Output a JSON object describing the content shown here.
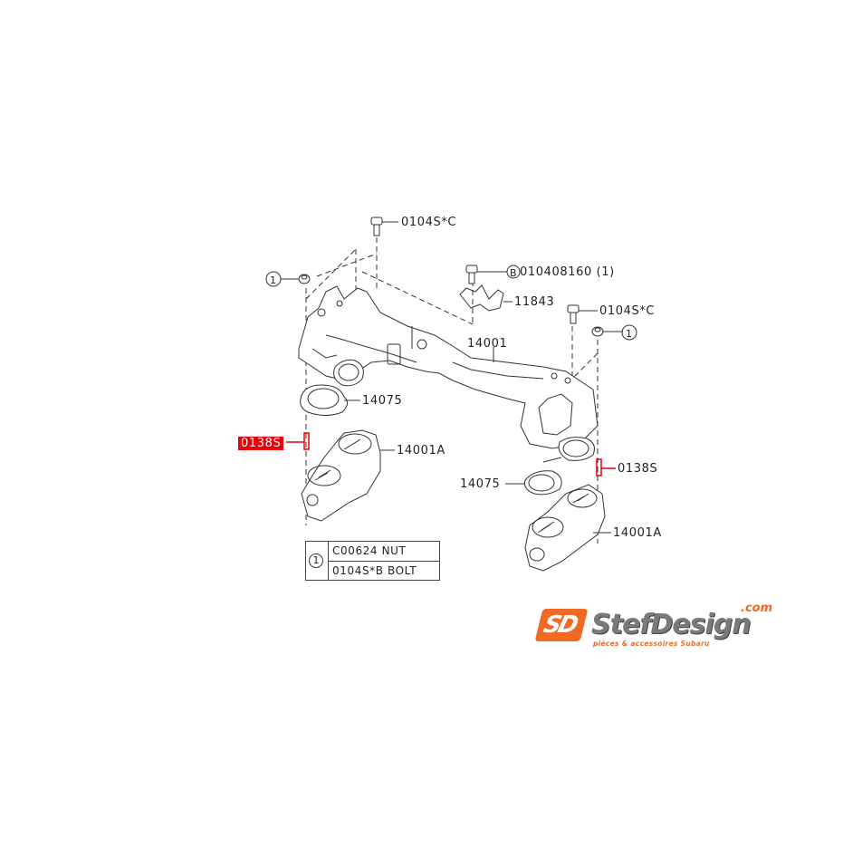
{
  "diagram": {
    "type": "exploded-parts-diagram",
    "subject": "Intake manifold assembly",
    "callouts": [
      {
        "id": "bolt-top-left",
        "label": "0104S*C"
      },
      {
        "id": "nut-left",
        "ref": "1"
      },
      {
        "id": "bolt-bracket",
        "ref": "B",
        "label": "010408160 (1)"
      },
      {
        "id": "bracket",
        "label": "11843"
      },
      {
        "id": "bolt-top-right",
        "label": "0104S*C"
      },
      {
        "id": "nut-right",
        "ref": "1"
      },
      {
        "id": "manifold",
        "label": "14001"
      },
      {
        "id": "gasket-left",
        "label": "14075"
      },
      {
        "id": "stud-left",
        "label": "0138S",
        "highlighted": true
      },
      {
        "id": "throttle-left",
        "label": "14001A"
      },
      {
        "id": "stud-right",
        "label": "0138S"
      },
      {
        "id": "gasket-right",
        "label": "14075"
      },
      {
        "id": "throttle-right",
        "label": "14001A"
      }
    ],
    "legend": {
      "ref": "1",
      "rows": [
        {
          "code": "C00624",
          "desc": "NUT"
        },
        {
          "code": "0104S*B",
          "desc": "BOLT"
        }
      ],
      "row0_text": "C00624  NUT",
      "row1_text": "0104S*B BOLT"
    },
    "colors": {
      "highlight": "#e8000b",
      "line": "#333333",
      "logo_orange": "#f06a25",
      "logo_gray": "#7a7a7a"
    }
  },
  "brand": {
    "mark": "SD",
    "name": "StefDesign",
    "tld": ".com",
    "tagline": "pièces & accessoires Subaru"
  }
}
